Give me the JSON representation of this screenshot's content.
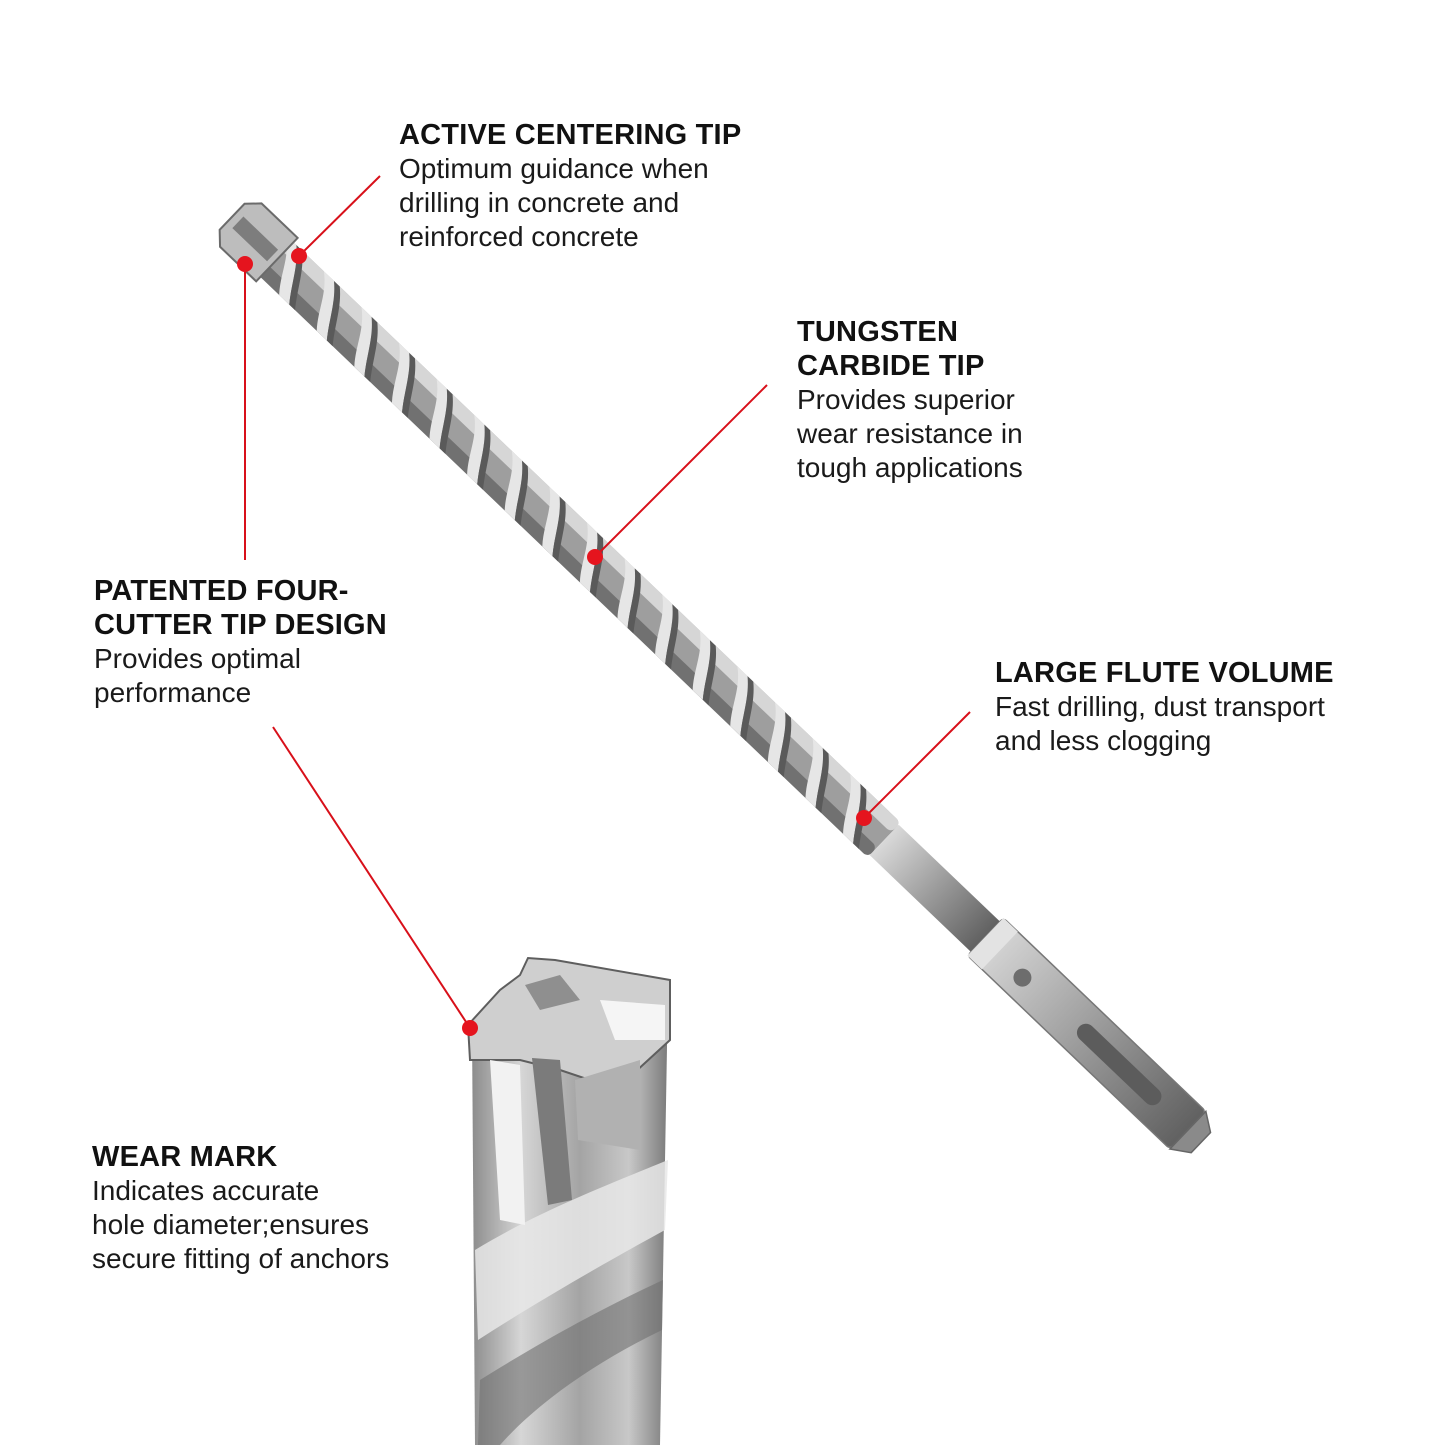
{
  "callouts": {
    "centering": {
      "title": "ACTIVE CENTERING TIP",
      "desc": "Optimum guidance when\ndrilling in concrete and\nreinforced concrete"
    },
    "tungsten": {
      "title": "TUNGSTEN\nCARBIDE TIP",
      "desc": "Provides superior\nwear resistance in\ntough applications"
    },
    "four_cutter": {
      "title": "PATENTED FOUR-\nCUTTER TIP DESIGN",
      "desc": "Provides optimal\nperformance"
    },
    "flute": {
      "title": "LARGE FLUTE VOLUME",
      "desc": "Fast drilling, dust transport\nand less clogging"
    },
    "wear_mark": {
      "title": "WEAR MARK",
      "desc": "Indicates accurate\nhole diameter;ensures\nsecure fitting of anchors"
    }
  },
  "colors": {
    "leader_line": "#d8101a",
    "marker_dot": "#e5141e",
    "steel_light": "#e6e6e6",
    "steel_mid": "#a9a9a9",
    "steel_dark": "#5a5a5a",
    "text": "#111111"
  }
}
